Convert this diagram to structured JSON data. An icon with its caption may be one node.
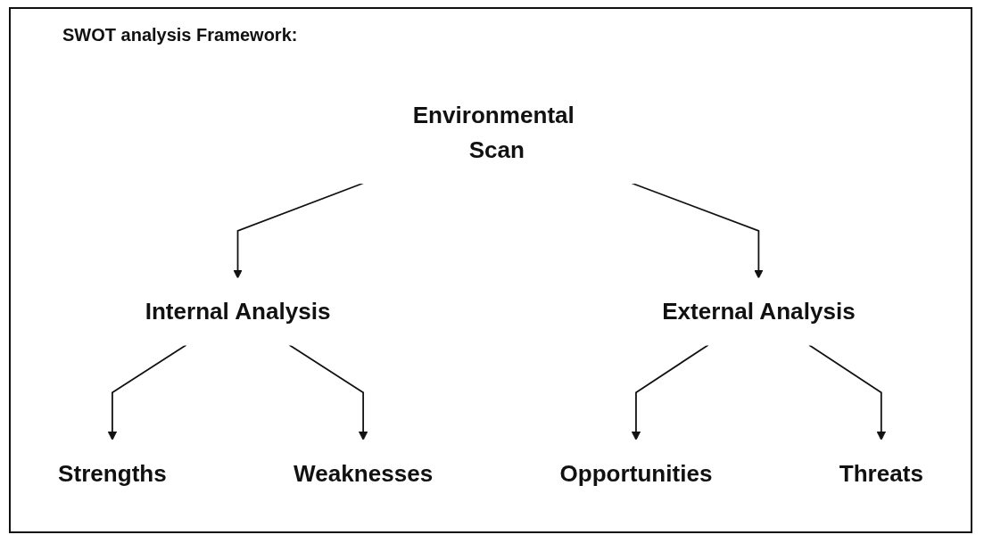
{
  "diagram": {
    "title": "SWOT analysis Framework:",
    "nodes": [
      {
        "text": [
          "Environmental Scan"
        ]
      },
      {
        "text": [
          "Internal Analysis"
        ]
      },
      {
        "text": [
          "External Analysis"
        ]
      },
      {
        "text": [
          "Strengths"
        ]
      },
      {
        "text": [
          "Weaknesses"
        ]
      },
      {
        "text": [
          "Opportunities"
        ]
      },
      {
        "text": [
          "Threats"
        ]
      }
    ],
    "edges": [
      {
        "from": 0,
        "to": 1,
        "arrow": "to"
      },
      {
        "from": 0,
        "to": 2,
        "arrow": "to"
      },
      {
        "from": 1,
        "to": 3,
        "arrow": "to"
      },
      {
        "from": 1,
        "to": 4,
        "arrow": "to"
      },
      {
        "from": 2,
        "to": 5,
        "arrow": "to"
      },
      {
        "from": 2,
        "to": 6,
        "arrow": "to"
      }
    ]
  }
}
